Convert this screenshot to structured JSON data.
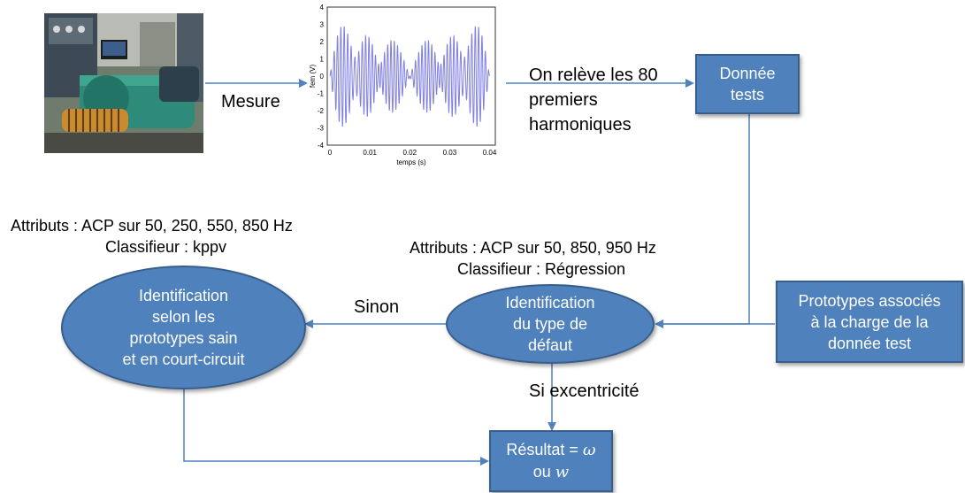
{
  "labels": {
    "mesure": "Mesure",
    "harmoniques": "On relève les 80\npremiers\nharmoniques",
    "attr_left_1": "Attributs : ACP sur 50, 250, 550, 850 Hz",
    "attr_left_2": "Classifieur : kppv",
    "attr_mid_1": "Attributs : ACP sur 50, 850, 950 Hz",
    "attr_mid_2": "Classifieur : Régression",
    "sinon": "Sinon",
    "si_excentricite": "Si excentricité"
  },
  "nodes": {
    "donnee_tests": "Donnée\ntests",
    "prototypes_associes": "Prototypes associés\nà la charge de la\ndonnée test",
    "identification_type": "Identification\ndu type de\ndéfaut",
    "identification_prototypes": "Identification\nselon les\nprototypes sain\net en court-circuit",
    "resultat_line1": "Résultat = ",
    "resultat_omega": "ω",
    "resultat_line2": "ou ",
    "resultat_w": "w"
  },
  "plot": {
    "ylabel": "fem (V)",
    "xlabel": "temps (s)",
    "xticks": [
      "0",
      "0.01",
      "0.02",
      "0.03",
      "0.04"
    ],
    "yticks": [
      "4",
      "3",
      "2",
      "1",
      "0",
      "-1",
      "-2",
      "-3",
      "-4"
    ],
    "line_color": "#8080e0"
  },
  "colors": {
    "node_fill": "#4f81bd",
    "node_border": "#385d8a",
    "connector": "#4f81bd"
  }
}
